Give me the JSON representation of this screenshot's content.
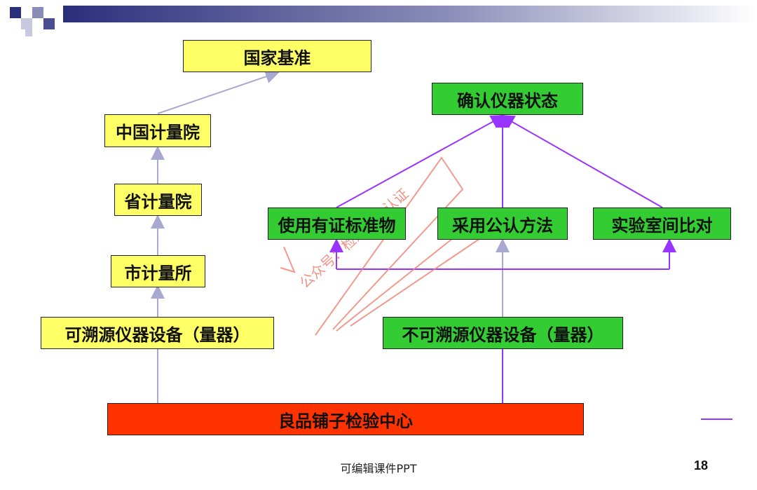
{
  "diagram": {
    "national_standard": "国家基准",
    "china_metrology_institute": "中国计量院",
    "provincial_metrology_institute": "省计量院",
    "city_metrology_office": "市计量所",
    "traceable_equipment": "可溯源仪器设备（量器）",
    "confirm_instrument_status": "确认仪器状态",
    "use_certified_reference": "使用有证标准物",
    "adopt_recognized_method": "采用公认方法",
    "interlab_comparison": "实验室间比对",
    "non_traceable_equipment": "不可溯源仪器设备（量器）",
    "inspection_center": "良品铺子检验中心"
  },
  "watermark": {
    "text": "公众号：检测标准认证"
  },
  "footer": {
    "caption": "可编辑课件PPT",
    "page_number": "18"
  },
  "colors": {
    "yellow_box": "#ffff66",
    "green_box": "#33cc33",
    "red_box": "#ff3300",
    "left_lines": "#a8a8d0",
    "right_lines": "#9933ff",
    "header_bar": "#2b2f7a"
  }
}
